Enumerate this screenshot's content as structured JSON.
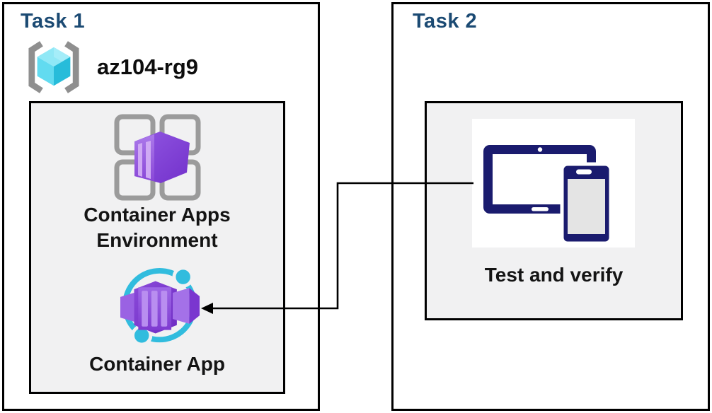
{
  "task1": {
    "title": "Task 1",
    "resource_group_name": "az104-rg9",
    "environment_label": "Container Apps\nEnvironment",
    "container_app_label": "Container App"
  },
  "task2": {
    "title": "Task 2",
    "test_verify_label": "Test and verify"
  },
  "connector": {
    "type": "elbow-arrow",
    "from": "test-and-verify-icon",
    "to": "container-app-icon"
  },
  "icons": {
    "resource-group-icon": "azure resource group (brackets with cyan cube)",
    "container-apps-environment-icon": "gray window panes with purple container",
    "container-app-icon": "purple containers in cyan orbit ring",
    "devices-icon": "navy tablet and phone"
  },
  "colors": {
    "task_title": "#1b4a73",
    "panel_fill": "#f1f1f2",
    "box_border": "#000000",
    "azure_purple": "#7e3fd6",
    "azure_purple_light": "#a877e9",
    "stripe_purple": "#c9a4f2",
    "azure_cyan": "#31bcde",
    "device_navy": "#1a1b6e",
    "bracket_gray": "#8f8f8f",
    "frame_gray": "#9b9b9b",
    "cube_top": "#90e8f6",
    "cube_left": "#62dbf0",
    "cube_right": "#27bcda"
  }
}
